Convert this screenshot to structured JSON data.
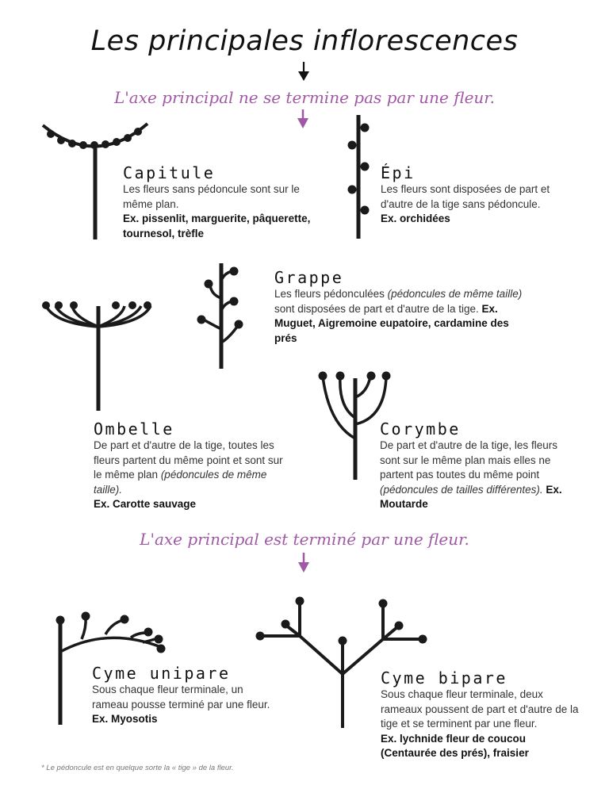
{
  "title": "Les principales inflorescences",
  "colors": {
    "ink": "#1a1a1a",
    "accent_purple": "#a05aa5"
  },
  "sections": [
    {
      "heading": "L'axe principal ne se termine pas par une fleur.",
      "items": [
        {
          "name": "Capitule",
          "desc": "Les fleurs sans pédoncule sont sur le même plan.",
          "example": "Ex. pissenlit, marguerite, pâquerette, tournesol, trèfle"
        },
        {
          "name": "Épi",
          "desc": "Les fleurs sont disposées de part et d'autre de la tige sans pédoncule.",
          "example": "Ex. orchidées"
        },
        {
          "name": "Grappe",
          "desc_start": "Les fleurs pédonculées",
          "desc_italic": "(pédoncules de même taille)",
          "desc_end": "sont disposées de part et d'autre de la tige.",
          "example": "Ex. Muguet, Aigremoine eupatoire, cardamine des prés"
        },
        {
          "name": "Ombelle",
          "desc_start": "De part et d'autre de la tige, toutes les fleurs partent du même point et sont sur le même plan",
          "desc_italic": "(pédoncules de même taille).",
          "example": "Ex. Carotte sauvage"
        },
        {
          "name": "Corymbe",
          "desc_start": "De part et d'autre de la tige, les fleurs sont sur le même plan mais elles ne partent pas toutes du même point",
          "desc_italic": "(pédoncules de tailles différentes).",
          "example": "Ex. Moutarde"
        }
      ]
    },
    {
      "heading": "L'axe principal est terminé par une fleur.",
      "items": [
        {
          "name": "Cyme unipare",
          "desc": "Sous chaque fleur terminale, un rameau pousse terminé par une fleur.",
          "example": "Ex. Myosotis"
        },
        {
          "name": "Cyme bipare",
          "desc": "Sous chaque fleur terminale, deux rameaux poussent de part et d'autre de la tige et se terminent par une fleur.",
          "example": "Ex. lychnide fleur de coucou (Centaurée des prés), fraisier"
        }
      ]
    }
  ],
  "footnote": "* Le pédoncule est en quelque sorte la « tige » de la fleur."
}
